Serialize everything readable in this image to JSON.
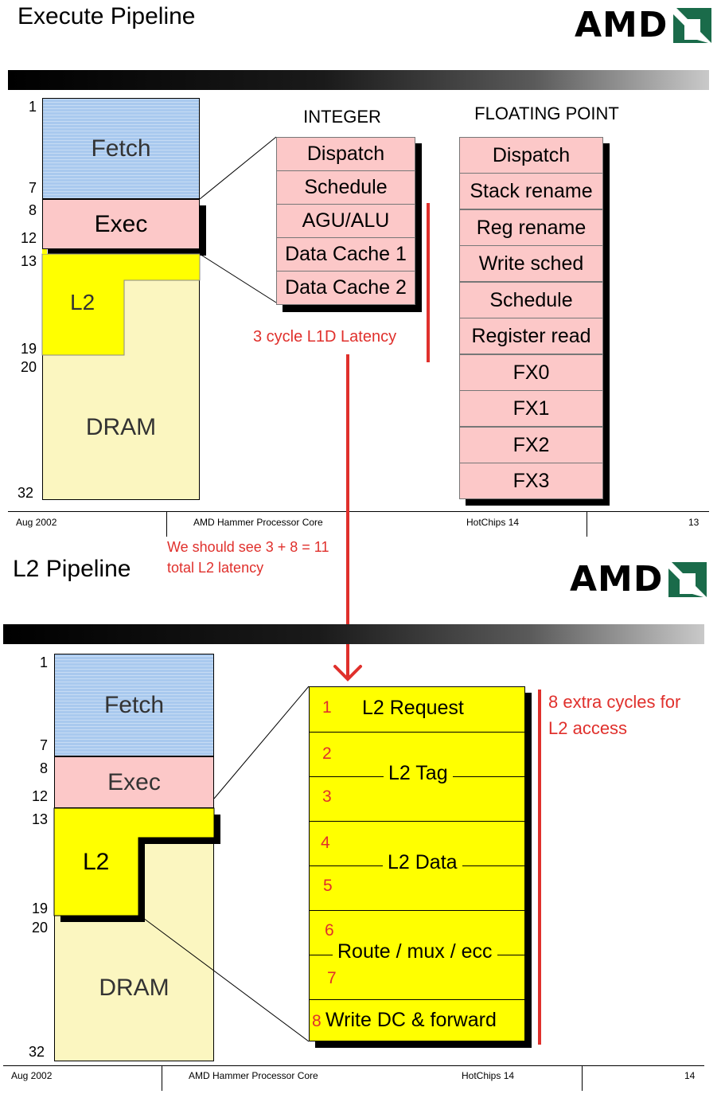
{
  "slide1": {
    "title": "Execute Pipeline",
    "logo": "AMD",
    "cycles": [
      "1",
      "7",
      "8",
      "12",
      "13",
      "19",
      "20",
      "32"
    ],
    "blocks": {
      "fetch": "Fetch",
      "exec": "Exec",
      "l2": "L2",
      "dram": "DRAM"
    },
    "integer": {
      "header": "INTEGER",
      "stages": [
        "Dispatch",
        "Schedule",
        "AGU/ALU",
        "Data Cache 1",
        "Data Cache 2"
      ]
    },
    "floating_point": {
      "header": "FLOATING POINT",
      "stages": [
        "Dispatch",
        "Stack rename",
        "Reg rename",
        "Write sched",
        "Schedule",
        "Register read",
        "FX0",
        "FX1",
        "FX2",
        "FX3"
      ]
    },
    "annotation": "3 cycle L1D Latency",
    "footer": {
      "date": "Aug 2002",
      "center": "AMD Hammer Processor Core",
      "event": "HotChips 14",
      "page": "13"
    }
  },
  "between_note": {
    "line1": "We should see 3 + 8 = 11",
    "line2": "total L2 latency"
  },
  "slide2": {
    "title": "L2 Pipeline",
    "logo": "AMD",
    "cycles": [
      "1",
      "7",
      "8",
      "12",
      "13",
      "19",
      "20",
      "32"
    ],
    "blocks": {
      "fetch": "Fetch",
      "exec": "Exec",
      "l2": "L2",
      "dram": "DRAM"
    },
    "stages": [
      {
        "label": "L2 Request",
        "numbers": [
          "1"
        ]
      },
      {
        "label": "L2 Tag",
        "numbers": [
          "2",
          "3"
        ]
      },
      {
        "label": "L2 Data",
        "numbers": [
          "4",
          "5"
        ]
      },
      {
        "label": "Route / mux / ecc",
        "numbers": [
          "6",
          "7"
        ]
      },
      {
        "label": "Write DC & forward",
        "numbers": [
          "8"
        ]
      }
    ],
    "annotation": {
      "line1": "8 extra cycles for",
      "line2": "L2 access"
    },
    "footer": {
      "date": "Aug 2002",
      "center": "AMD Hammer Processor Core",
      "event": "HotChips 14",
      "page": "14"
    }
  },
  "colors": {
    "fetch": "#a9c9ee",
    "exec": "#fcc8c8",
    "l2": "#ffff00",
    "dram": "#fbf6c0",
    "annotation": "#e0302c",
    "logo": "#000000"
  },
  "icons": [
    "amd-arrow-logo-icon",
    "down-arrow-icon"
  ]
}
